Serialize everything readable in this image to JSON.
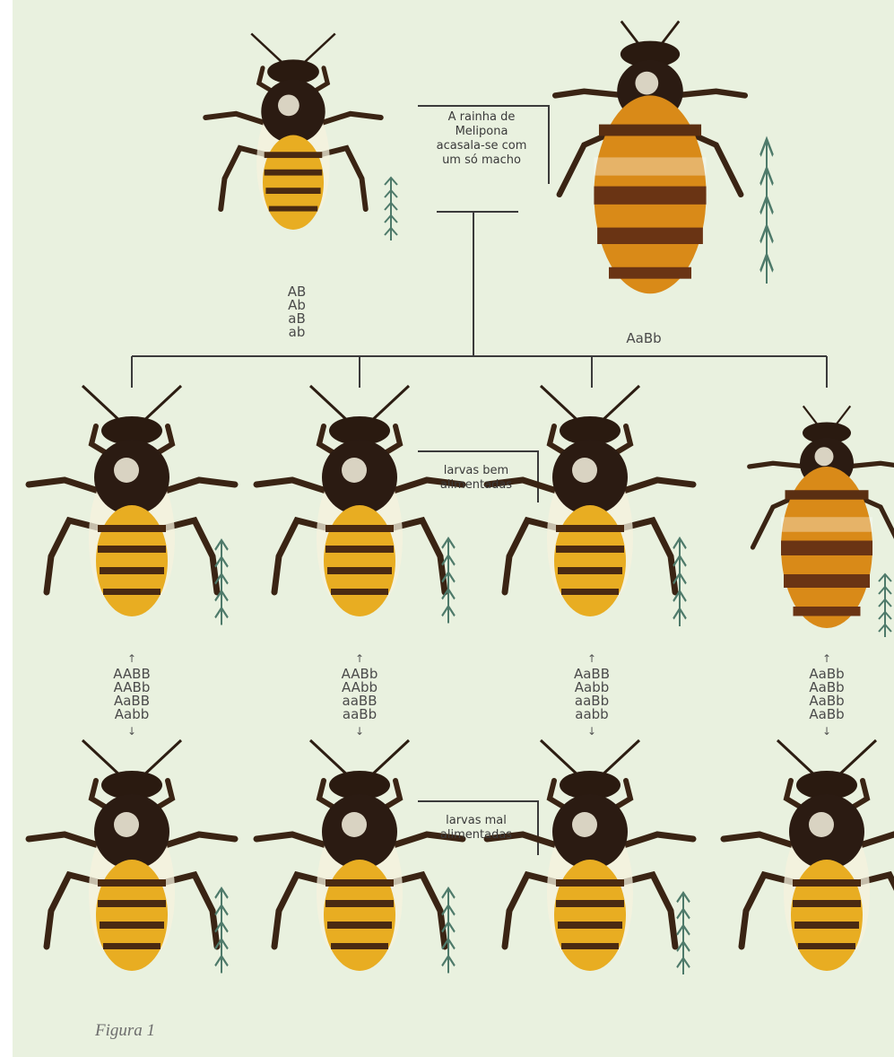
{
  "caption": "Figura 1",
  "mating_note": [
    "A rainha de",
    "Melipona",
    "acasala-se com",
    "um só macho"
  ],
  "male_genotypes": [
    "AB",
    "Ab",
    "aB",
    "ab"
  ],
  "queen_genotype": "AaBb",
  "well_fed_label": [
    "larvas bem",
    "alimentadas"
  ],
  "poorly_fed_label": [
    "larvas mal",
    "alimentadas"
  ],
  "offspring_genotypes": [
    [
      "AABB",
      "AABb",
      "AaBB",
      "Aabb"
    ],
    [
      "AABb",
      "AAbb",
      "aaBB",
      "aaBb"
    ],
    [
      "AaBB",
      "Aabb",
      "aaBb",
      "aabb"
    ],
    [
      "AaBb",
      "AaBb",
      "AaBb",
      "AaBb"
    ]
  ],
  "colors": {
    "background": "#e9f1df",
    "abdomen": "#e8ad22",
    "queen_abdomen": "#d98a18",
    "dark_body": "#2b1b12",
    "antenna_icon": "#4e7a6a"
  }
}
